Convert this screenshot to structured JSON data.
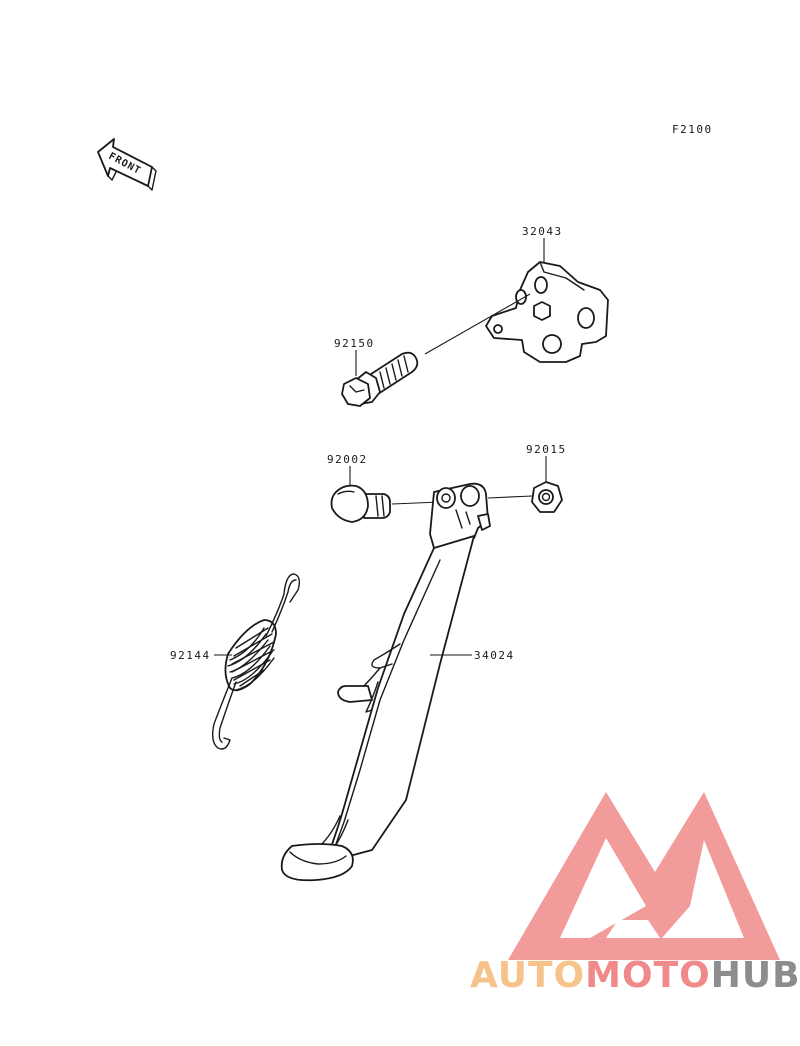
{
  "figure_code": "F2100",
  "front_arrow_text": "FRONT",
  "parts": [
    {
      "id": "p32043",
      "number": "32043"
    },
    {
      "id": "p92150",
      "number": "92150"
    },
    {
      "id": "p92002",
      "number": "92002"
    },
    {
      "id": "p92015",
      "number": "92015"
    },
    {
      "id": "p92144",
      "number": "92144"
    },
    {
      "id": "p34024",
      "number": "34024"
    }
  ],
  "watermark": {
    "word_part_1": "AUTO",
    "word_part_2": "MOTO",
    "word_part_3": "HUB",
    "colors": {
      "auto": "#f6c38a",
      "moto": "#f08a8a",
      "hub": "#8d8d8d",
      "logo": "#f08a8a"
    }
  }
}
